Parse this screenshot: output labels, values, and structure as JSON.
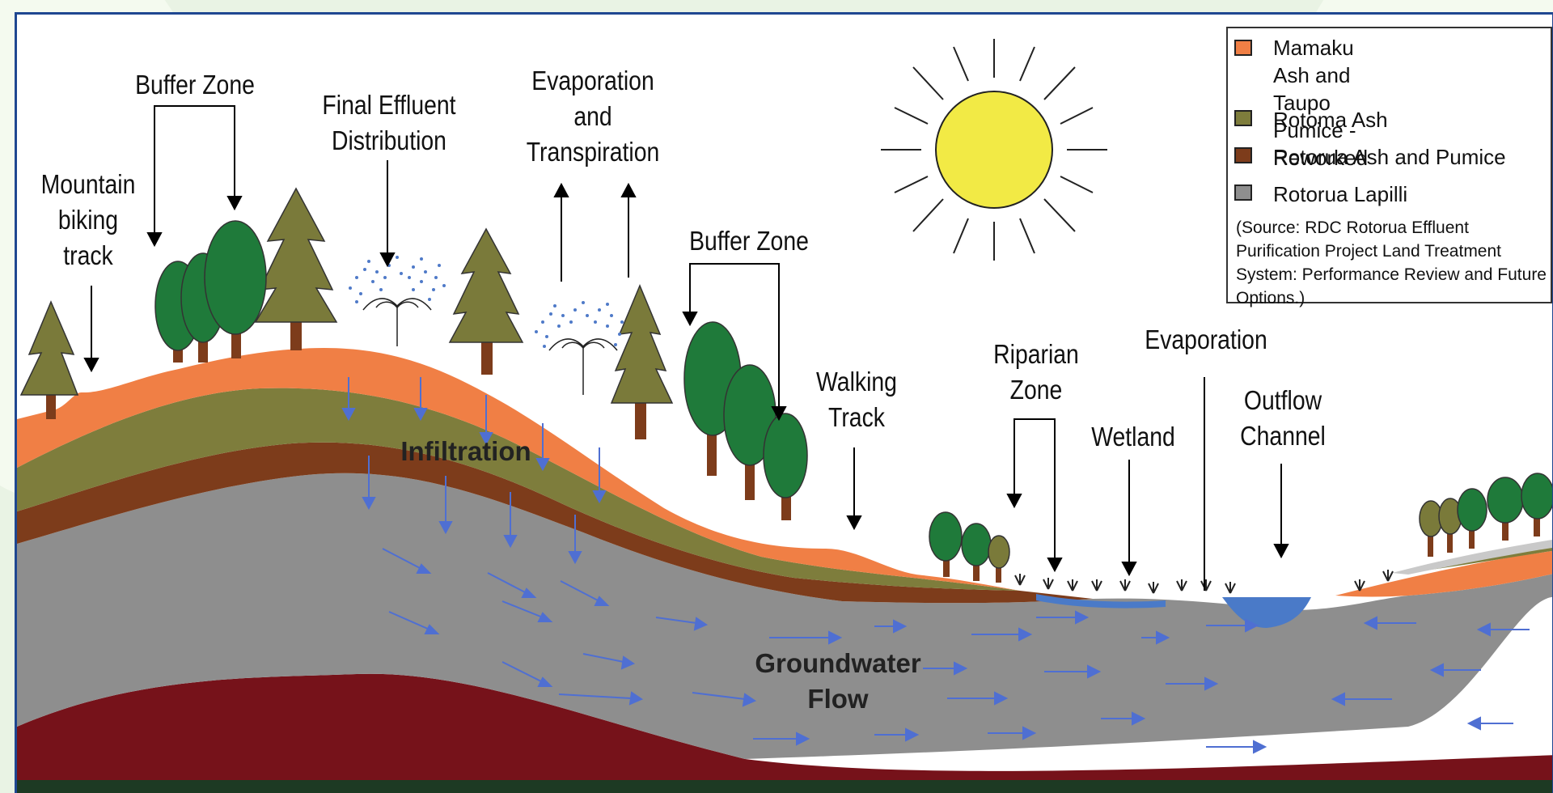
{
  "labels": {
    "mountain_biking_track": "Mountain\nbiking\ntrack",
    "buffer_zone_left": "Buffer Zone",
    "final_effluent_distribution": "Final Effluent\nDistribution",
    "evaporation_transpiration": "Evaporation\nand\nTranspiration",
    "buffer_zone_right": "Buffer Zone",
    "walking_track": "Walking\nTrack",
    "riparian_zone": "Riparian\nZone",
    "evaporation": "Evaporation",
    "wetland": "Wetland",
    "outflow_channel": "Outflow\nChannel",
    "infiltration": "Infiltration",
    "groundwater_flow": "Groundwater\nFlow"
  },
  "legend": {
    "items": [
      {
        "label": "Mamaku Ash and Taupo\nPumice - Reworked",
        "color": "#f07f45"
      },
      {
        "label": "Rotoma Ash",
        "color": "#7e7d3c"
      },
      {
        "label": "Rotorua Ash and Pumice",
        "color": "#7d3c1b"
      },
      {
        "label": "Rotorua Lapilli",
        "color": "#8e8e8e"
      }
    ],
    "source": "(Source: RDC Rotorua Effluent Purification Project Land Treatment System: Performance Review and Future Options.)"
  },
  "colors": {
    "mamaku": "#f07f45",
    "rotoma": "#7e7d3c",
    "rotorua_ash": "#7d3c1b",
    "lapilli": "#8e8e8e",
    "bedrock": "#76121a",
    "water": "#4a7ac8",
    "flow_arrow": "#4f6fd2",
    "sun": "#f2ea45",
    "frame_border": "#1f4791",
    "tree_green": "#1f7a3a",
    "pine": "#7a7a3a"
  }
}
